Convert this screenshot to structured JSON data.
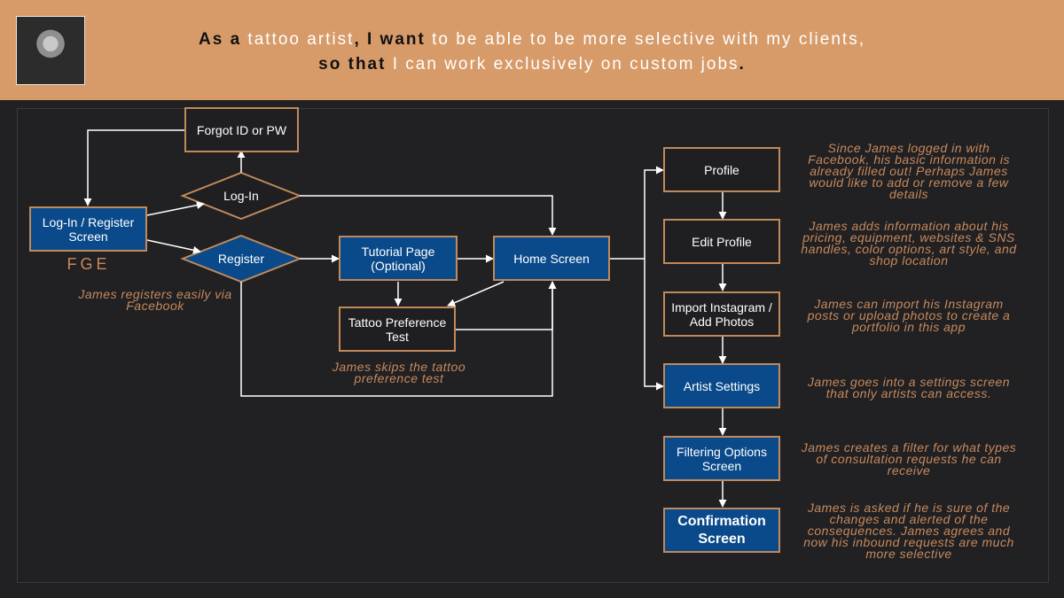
{
  "header": {
    "story": {
      "p1": "As a",
      "p2": " tattoo artist",
      "p3": ", I want",
      "p4": " to be able to be more selective with my clients,",
      "p5": "so that",
      "p6": " I can work exclusively on custom jobs",
      "p7": "."
    }
  },
  "flow": {
    "login_register": "Log-In / Register Screen",
    "forgot": "Forgot ID or PW",
    "login": "Log-In",
    "register": "Register",
    "tutorial": "Tutorial Page (Optional)",
    "home": "Home Screen",
    "tattoo_test": "Tattoo Preference Test",
    "profile": "Profile",
    "edit_profile": "Edit Profile",
    "import": "Import Instagram / Add Photos",
    "artist_settings": "Artist Settings",
    "filtering": "Filtering Options Screen",
    "confirmation": "Confirmation Screen"
  },
  "labels": {
    "fge": "FGE"
  },
  "notes": {
    "registers": "James registers easily via Facebook",
    "skips": "James skips the tattoo preference test",
    "profile": "Since James logged in with Facebook, his basic information is already filled out! Perhaps James would like to add or remove a few details",
    "edit": "James adds information about his pricing, equipment, websites & SNS handles, color options, art style, and shop location",
    "import": "James can import his Instagram posts or upload photos to create a portfolio in this app",
    "settings": "James goes into a settings screen that only artists can access.",
    "filter": "James creates a filter for what types of consultation requests he can receive",
    "confirm": "James is asked if he is sure of the changes and alerted of the consequences. James agrees and now his inbound requests are much more selective"
  },
  "colors": {
    "banner": "#d79b69",
    "background": "#212023",
    "accent": "#c08a5a",
    "blue": "#0a4a8a",
    "note": "#c68a5c"
  }
}
